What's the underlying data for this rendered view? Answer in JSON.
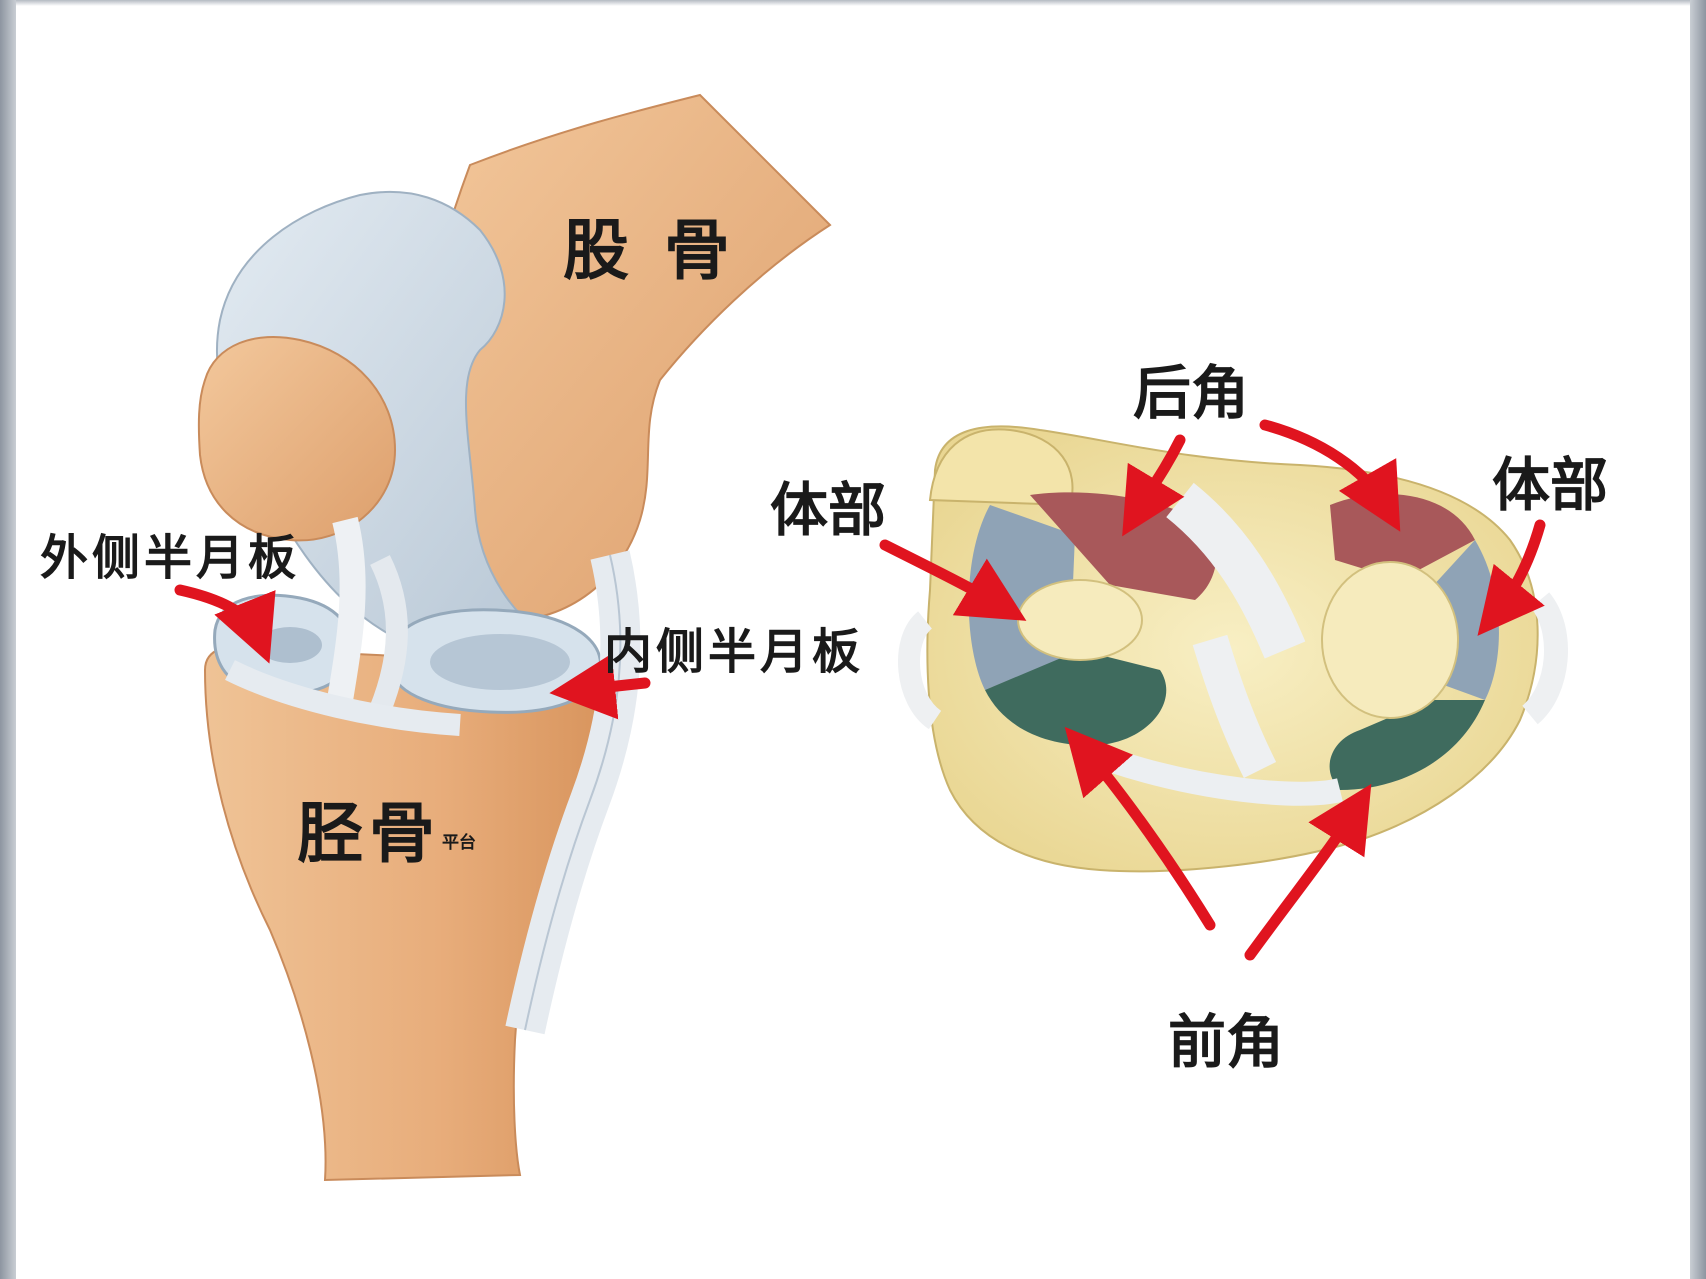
{
  "labels": {
    "femur": "股 骨",
    "tibia": "胫骨",
    "tibia_sub": "平台",
    "lateral_meniscus": "外侧半月板",
    "medial_meniscus": "内侧半月板",
    "posterior_horn": "后角",
    "body_left": "体部",
    "body_right": "体部",
    "anterior_horn": "前角"
  },
  "colors": {
    "bone": "#eab585",
    "bone_dark": "#d99a68",
    "cartilage": "#cdd8e2",
    "arrow": "#e0141f",
    "posterior_zone": "#a8585a",
    "body_zone": "#8fa3b6",
    "anterior_zone": "#3f6b5e",
    "tibia_plateau": "#f1e2a8"
  }
}
